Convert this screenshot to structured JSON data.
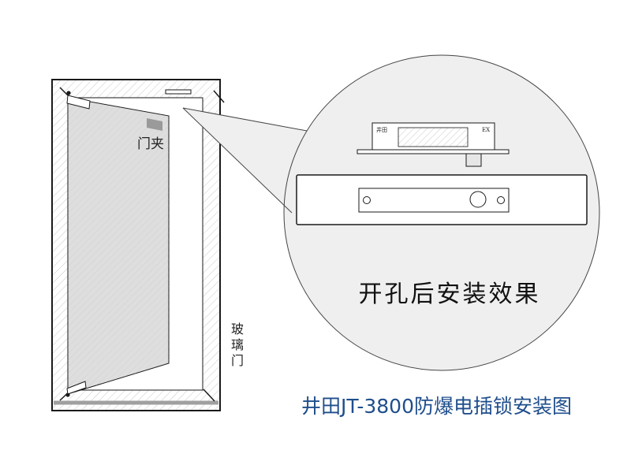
{
  "labels": {
    "door_clip": "门夹",
    "glass_door": "玻璃门",
    "effect_caption": "开孔后安装效果",
    "title": "井田JT-3800防爆电插锁安装图"
  },
  "lock_body": {
    "brand_mark": "井田",
    "ex_mark": "EX"
  },
  "colors": {
    "title_text": "#1f4e8c",
    "line": "#1a1a1a",
    "glass_fill": "#dedede",
    "clip_fill": "#9a9a9a",
    "bottom_bar": "#a0a0a0"
  }
}
